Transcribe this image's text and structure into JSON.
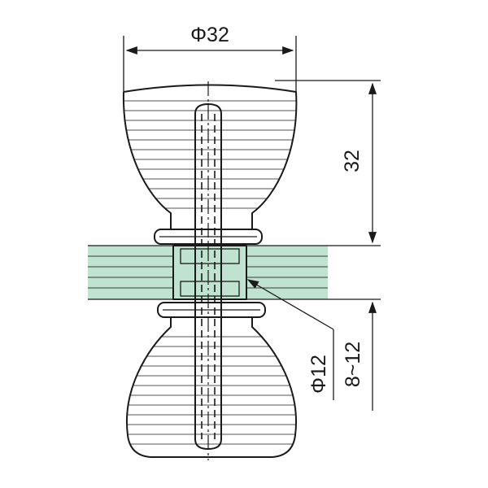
{
  "dimensions": {
    "knob_diameter": "Φ32",
    "knob_height": "32",
    "hole_diameter": "Φ12",
    "glass_thickness": "8~12"
  },
  "colors": {
    "glass_fill": "#bfe3d0",
    "glass_line": "#3a3a3a",
    "line": "#1a1a1a",
    "background": "#ffffff"
  }
}
